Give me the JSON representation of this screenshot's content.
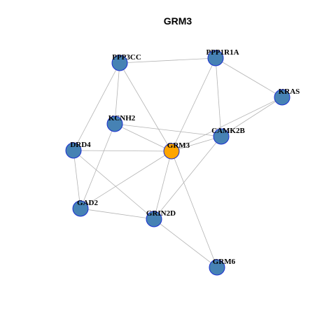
{
  "graph": {
    "title": "GRM3",
    "colors": {
      "node_default": "#4682b4",
      "node_focus": "#ffa500",
      "node_border": "#1a2fd0",
      "edge": "#b3b3b3"
    },
    "nodes": [
      {
        "id": "GRM3",
        "label": "GRM3",
        "focus": true
      },
      {
        "id": "PPP3CC",
        "label": "PPP3CC"
      },
      {
        "id": "PPP1R1A",
        "label": "PPP1R1A"
      },
      {
        "id": "KRAS",
        "label": "KRAS"
      },
      {
        "id": "KCNH2",
        "label": "KCNH2"
      },
      {
        "id": "CAMK2B",
        "label": "CAMK2B"
      },
      {
        "id": "DRD4",
        "label": "DRD4"
      },
      {
        "id": "GAD2",
        "label": "GAD2"
      },
      {
        "id": "GRIN2D",
        "label": "GRIN2D"
      },
      {
        "id": "GRM6",
        "label": "GRM6"
      }
    ],
    "edges": [
      [
        "PPP3CC",
        "PPP1R1A"
      ],
      [
        "PPP3CC",
        "KCNH2"
      ],
      [
        "PPP3CC",
        "DRD4"
      ],
      [
        "PPP3CC",
        "GRM3"
      ],
      [
        "PPP1R1A",
        "KRAS"
      ],
      [
        "PPP1R1A",
        "CAMK2B"
      ],
      [
        "PPP1R1A",
        "GRM3"
      ],
      [
        "KRAS",
        "CAMK2B"
      ],
      [
        "KRAS",
        "GRM3"
      ],
      [
        "KCNH2",
        "CAMK2B"
      ],
      [
        "KCNH2",
        "GRM3"
      ],
      [
        "KCNH2",
        "GAD2"
      ],
      [
        "DRD4",
        "GRM3"
      ],
      [
        "DRD4",
        "GAD2"
      ],
      [
        "DRD4",
        "GRIN2D"
      ],
      [
        "CAMK2B",
        "GRM3"
      ],
      [
        "CAMK2B",
        "GRIN2D"
      ],
      [
        "GRM3",
        "GAD2"
      ],
      [
        "GRM3",
        "GRIN2D"
      ],
      [
        "GRM3",
        "GRM6"
      ],
      [
        "GAD2",
        "GRIN2D"
      ],
      [
        "GRIN2D",
        "GRM6"
      ]
    ]
  }
}
